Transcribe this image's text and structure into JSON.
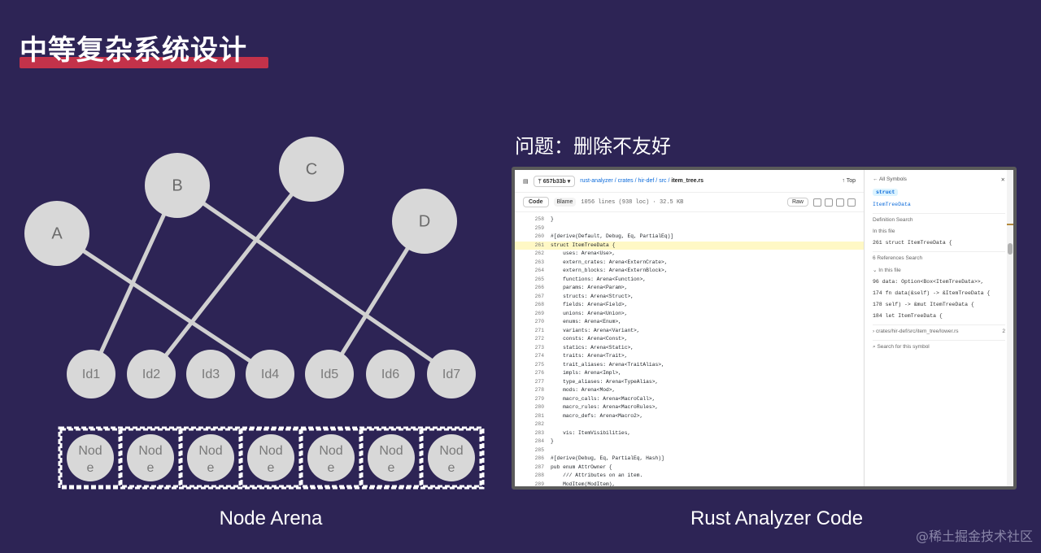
{
  "slide": {
    "title": "中等复杂系统设计",
    "problem": "问题：删除不友好",
    "caption_left": "Node Arena",
    "caption_right": "Rust Analyzer Code",
    "watermark": "@稀土掘金技术社区"
  },
  "diagram": {
    "nodes": [
      "A",
      "B",
      "C",
      "D"
    ],
    "ids": [
      "Id1",
      "Id2",
      "Id3",
      "Id4",
      "Id5",
      "Id6",
      "Id7"
    ],
    "arena_cell_label_line1": "Nod",
    "arena_cell_label_line2": "e",
    "arena_count": 7
  },
  "code_window": {
    "commit": "657b33b",
    "path_parts": [
      "rust-analyzer",
      "crates",
      "hir-def",
      "src"
    ],
    "file": "item_tree.rs",
    "top_link": "Top",
    "tab_code": "Code",
    "tab_blame": "Blame",
    "meta": "1056 lines (938 loc) · 32.5 KB",
    "raw_btn": "Raw",
    "lines": [
      {
        "n": "258",
        "t": "}"
      },
      {
        "n": "259",
        "t": ""
      },
      {
        "n": "260",
        "t": "#[derive(Default, Debug, Eq, PartialEq)]"
      },
      {
        "n": "261",
        "t": "struct ItemTreeData {"
      },
      {
        "n": "262",
        "t": "    uses: Arena<Use>,"
      },
      {
        "n": "263",
        "t": "    extern_crates: Arena<ExternCrate>,"
      },
      {
        "n": "264",
        "t": "    extern_blocks: Arena<ExternBlock>,"
      },
      {
        "n": "265",
        "t": "    functions: Arena<Function>,"
      },
      {
        "n": "266",
        "t": "    params: Arena<Param>,"
      },
      {
        "n": "267",
        "t": "    structs: Arena<Struct>,"
      },
      {
        "n": "268",
        "t": "    fields: Arena<Field>,"
      },
      {
        "n": "269",
        "t": "    unions: Arena<Union>,"
      },
      {
        "n": "270",
        "t": "    enums: Arena<Enum>,"
      },
      {
        "n": "271",
        "t": "    variants: Arena<Variant>,"
      },
      {
        "n": "272",
        "t": "    consts: Arena<Const>,"
      },
      {
        "n": "273",
        "t": "    statics: Arena<Static>,"
      },
      {
        "n": "274",
        "t": "    traits: Arena<Trait>,"
      },
      {
        "n": "275",
        "t": "    trait_aliases: Arena<TraitAlias>,"
      },
      {
        "n": "276",
        "t": "    impls: Arena<Impl>,"
      },
      {
        "n": "277",
        "t": "    type_aliases: Arena<TypeAlias>,"
      },
      {
        "n": "278",
        "t": "    mods: Arena<Mod>,"
      },
      {
        "n": "279",
        "t": "    macro_calls: Arena<MacroCall>,"
      },
      {
        "n": "280",
        "t": "    macro_rules: Arena<MacroRules>,"
      },
      {
        "n": "281",
        "t": "    macro_defs: Arena<Macro2>,"
      },
      {
        "n": "282",
        "t": ""
      },
      {
        "n": "283",
        "t": "    vis: ItemVisibilities,"
      },
      {
        "n": "284",
        "t": "}"
      },
      {
        "n": "285",
        "t": ""
      },
      {
        "n": "286",
        "t": "#[derive(Debug, Eq, PartialEq, Hash)]"
      },
      {
        "n": "287",
        "t": "pub enum AttrOwner {"
      },
      {
        "n": "288",
        "t": "    /// Attributes on an item."
      },
      {
        "n": "289",
        "t": "    ModItem(ModItem),"
      }
    ],
    "symbols": {
      "back": "← All Symbols",
      "kind": "struct",
      "name": "ItemTreeData",
      "def_header": "Definition  Search",
      "in_file": "In this file",
      "def_line": "261  struct ItemTreeData {",
      "refs_header": "6 References  Search",
      "refs_in_file": "In this file",
      "refs": [
        "96  data: Option<Box<ItemTreeData>>,",
        "174  fn data(&self) -> &ItemTreeData {",
        "178  self) -> &mut ItemTreeData {",
        "184  let ItemTreeData {"
      ],
      "lower_file": "crates/hir-def/src/item_tree/lower.rs",
      "lower_count": "2",
      "search_symbol": "Search for this symbol"
    }
  }
}
